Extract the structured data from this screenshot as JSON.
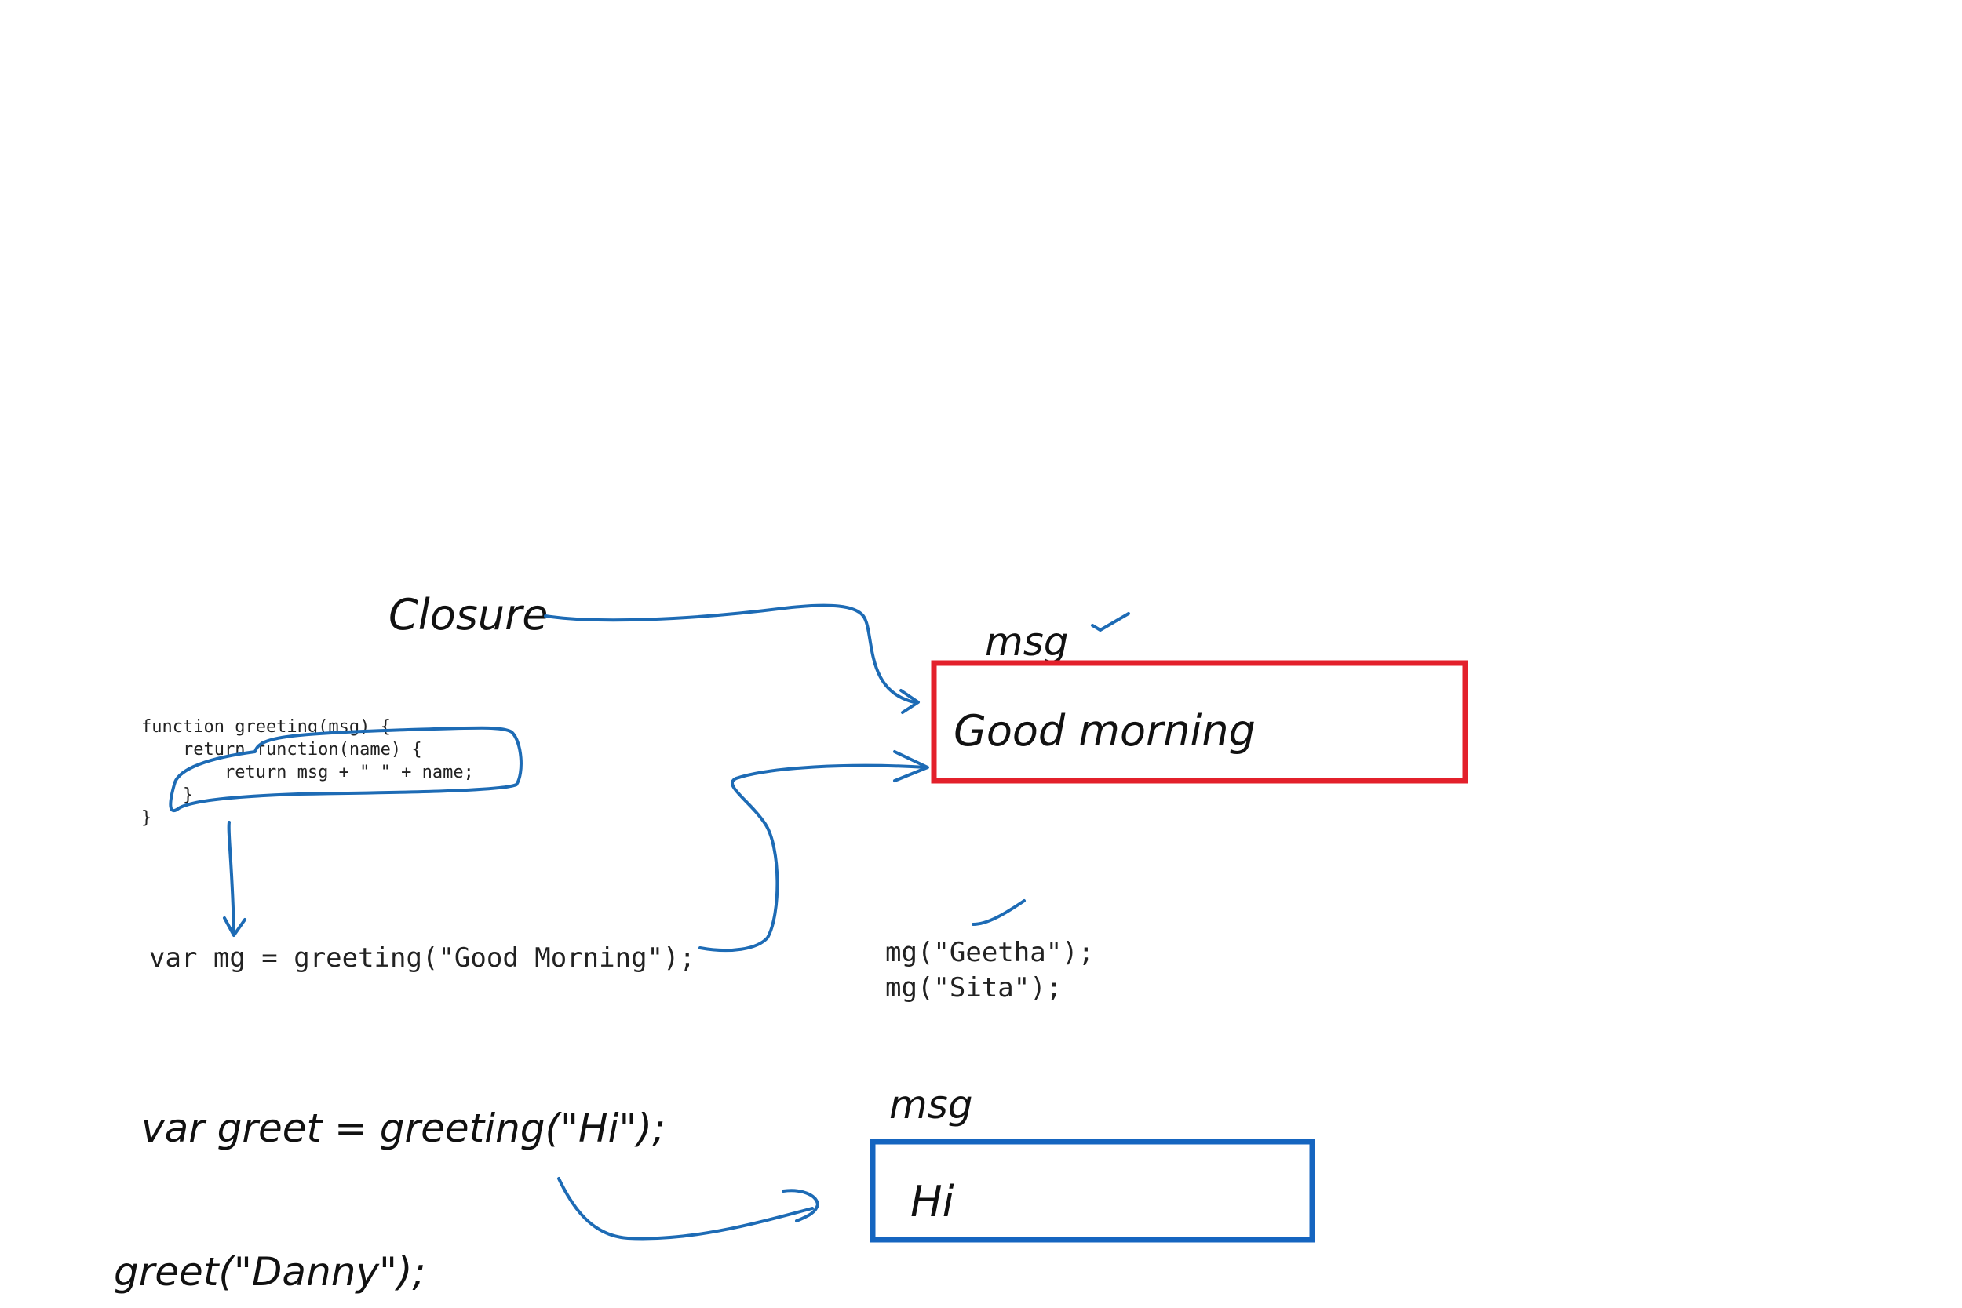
{
  "colors": {
    "ink_blue": "#1d6bb5",
    "box_red": "#e3202b",
    "box_blue": "#1565c0",
    "text": "#111111"
  },
  "labels": {
    "closure": "Closure",
    "msg_top": "msg",
    "msg_bottom": "msg"
  },
  "boxes": {
    "red_value": "Good morning",
    "blue_value": "Hi"
  },
  "code": {
    "lines": [
      "function greeting(msg) {",
      "    return function(name) {",
      "        return msg + \" \" + name;",
      "    }",
      "}"
    ],
    "assign_mg": "var mg = greeting(\"Good Morning\");",
    "call_geetha": "mg(\"Geetha\");",
    "call_sita": "mg(\"Sita\");"
  },
  "handwritten": {
    "assign_greet": "var greet = greeting(\"Hi\");",
    "call_danny": "greet(\"Danny\");"
  },
  "icons": [
    "check-icon",
    "check-icon"
  ]
}
